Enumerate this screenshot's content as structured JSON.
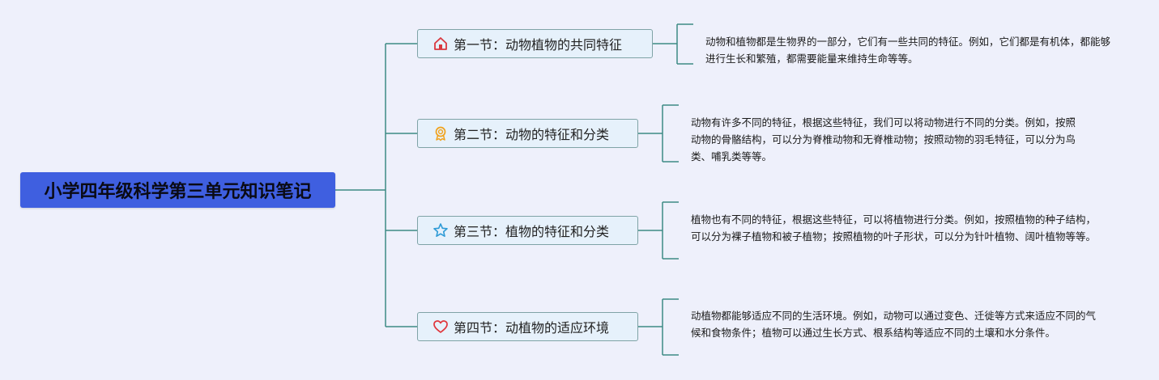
{
  "root": {
    "title": "小学四年级科学第三单元知识笔记"
  },
  "sections": [
    {
      "label": "第一节：动物植物的共同特征",
      "icon": "house-icon",
      "icon_color": "#d9383f",
      "note": "动物和植物都是生物界的一部分，它们有一些共同的特征。例如，它们都是有机体，都能够进行生长和繁殖，都需要能量来维持生命等等。"
    },
    {
      "label": "第二节：动物的特征和分类",
      "icon": "award-icon",
      "icon_color": "#f0a21c",
      "note": "动物有许多不同的特征，根据这些特征，我们可以将动物进行不同的分类。例如，按照动物的骨骼结构，可以分为脊椎动物和无脊椎动物；按照动物的羽毛特征，可以分为鸟类、哺乳类等等。"
    },
    {
      "label": "第三节：植物的特征和分类",
      "icon": "star-icon",
      "icon_color": "#2e9bd6",
      "note": "植物也有不同的特征，根据这些特征，可以将植物进行分类。例如，按照植物的种子结构，可以分为裸子植物和被子植物；按照植物的叶子形状，可以分为针叶植物、阔叶植物等等。"
    },
    {
      "label": "第四节：动植物的适应环境",
      "icon": "heart-icon",
      "icon_color": "#e0363c",
      "note": "动植物都能够适应不同的生活环境。例如，动物可以通过变色、迁徙等方式来适应不同的气候和食物条件；植物可以通过生长方式、根系结构等适应不同的土壤和水分条件。"
    }
  ],
  "colors": {
    "root_bg": "#3f5fe0",
    "connector": "#3d8a85",
    "section_bg": "#e6f1fb",
    "section_border": "#7fa3a6",
    "background": "#eef0fb"
  }
}
